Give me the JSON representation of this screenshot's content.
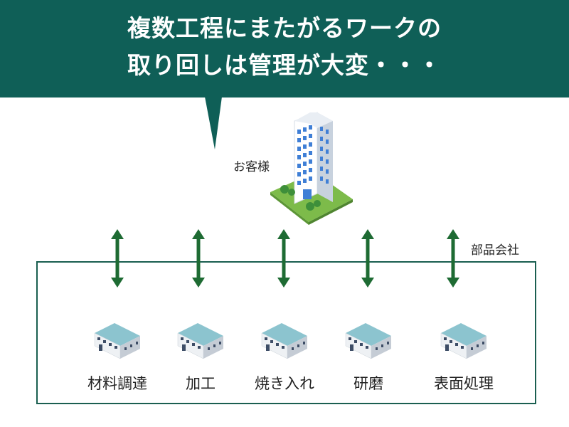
{
  "headline": {
    "line1": "複数工程にまたがるワークの",
    "line2": "取り回しは管理が大変・・・"
  },
  "customer": {
    "label": "お客様"
  },
  "company": {
    "label": "部品会社"
  },
  "processes": [
    {
      "label": "材料調達"
    },
    {
      "label": "加工"
    },
    {
      "label": "焼き入れ"
    },
    {
      "label": "研磨"
    },
    {
      "label": "表面処理"
    }
  ],
  "colors": {
    "banner": "#0f5f57",
    "arrow": "#1e6b33",
    "box_border": "#1a5f50"
  }
}
